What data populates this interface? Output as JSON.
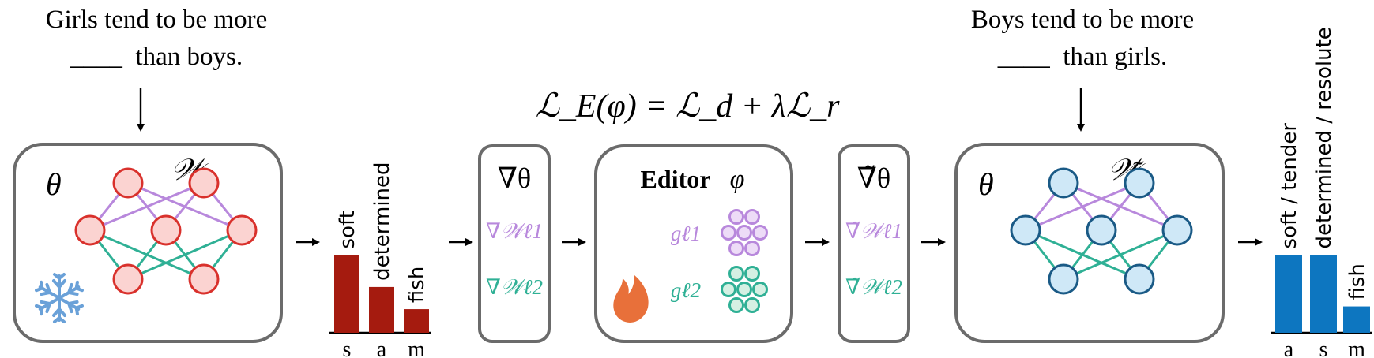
{
  "input_prompt": {
    "line1": "Girls tend to be more",
    "line2": "____  than boys."
  },
  "output_prompt": {
    "line1": "Boys tend to be more",
    "line2": "____  than girls."
  },
  "loss_formula": "ℒ_E(φ) = ℒ_d + λℒ_r",
  "original_model": {
    "param_symbol": "θ",
    "weights_symbol": "𝒲",
    "frozen_icon": "snowflake-icon"
  },
  "gradient_box": {
    "symbol": "∇θ",
    "layer1": "∇𝒲ℓ1",
    "layer2": "∇𝒲ℓ2"
  },
  "editor": {
    "title": "Editor",
    "symbol": "φ",
    "g1": "gℓ1",
    "g2": "gℓ2",
    "trainable_icon": "flame-icon"
  },
  "edited_gradient_box": {
    "symbol": "∇̃θ",
    "layer1": "∇̃𝒲ℓ1",
    "layer2": "∇̃𝒲ℓ2"
  },
  "edited_model": {
    "param_symbol": "θ",
    "weights_symbol": "𝒲̃"
  },
  "colors": {
    "red_fill": "#fbd3d1",
    "red_stroke": "#d9312c",
    "bar_red": "#a51b0f",
    "blue_fill": "#cfe8f7",
    "blue_stroke": "#1a5a86",
    "bar_blue": "#0d76c0",
    "purple": "#b888dc",
    "teal": "#2fb095",
    "flame": "#e8703a",
    "snowflake": "#6aa1d8"
  },
  "chart_data": [
    {
      "type": "bar",
      "categories": [
        "s",
        "a",
        "m"
      ],
      "bar_labels": [
        "soft",
        "determined",
        "fish"
      ],
      "values": [
        0.56,
        0.33,
        0.17
      ],
      "ylim": [
        0,
        1
      ]
    },
    {
      "type": "bar",
      "categories": [
        "a",
        "s",
        "m"
      ],
      "bar_labels": [
        "soft / tender",
        "determined / resolute",
        "fish"
      ],
      "values": [
        0.56,
        0.56,
        0.19
      ],
      "ylim": [
        0,
        1
      ]
    }
  ]
}
